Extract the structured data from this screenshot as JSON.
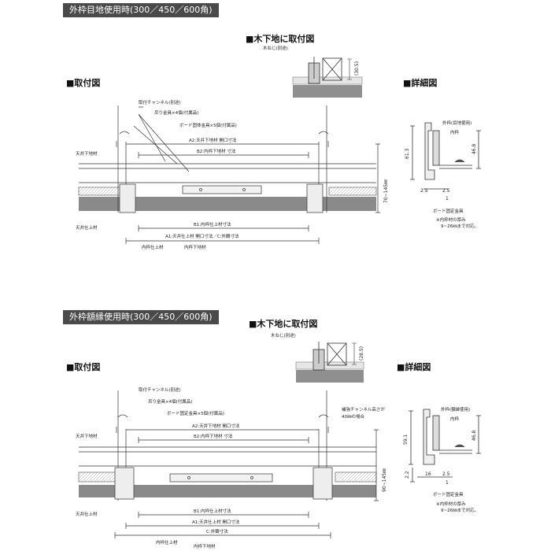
{
  "top": {
    "header": "外枠目地使用時(300／450／600角)",
    "title_wood": "■木下地に取付図",
    "title_install": "■取付図",
    "title_detail": "■詳細図",
    "wood_screw": "木ねじ(別途)",
    "wood_dim": "(30.5)",
    "ch_label": "取付チャンネル(別途)",
    "hanger": "吊り金具×4個(付属品)",
    "board": "ボード固体金具×5個(付属品)",
    "a2": "A2:天井下地材 開口寸法",
    "b2": "B2:内枠下地材 寸法",
    "ceiling_base": "天井下地材",
    "ceiling_finish": "天井仕上材",
    "b1": "B1:内枠仕上材寸法",
    "a1": "A1:天井仕上材 開口寸法／C:外観寸法",
    "inner_finish": "内枠仕上材",
    "inner_base": "内枠下地材",
    "range": "70~145㎜",
    "det_outer": "外枠(目地使用)",
    "det_inner": "内枠",
    "det_h1": "61.3",
    "det_h2": "46.8",
    "det_w1": "2.5",
    "det_w2": "2.5",
    "det_w3": "1",
    "det_board": "ボード固定金具",
    "det_note1": "※内枠材の厚み",
    "det_note2": "9~26㎜まで対応。"
  },
  "bottom": {
    "header": "外枠額縁使用時(300／450／600角)",
    "title_wood": "■木下地に取付図",
    "title_install": "■取付図",
    "title_detail": "■詳細図",
    "wood_screw": "木ねじ(別途)",
    "wood_dim": "(28.5)",
    "ch_label": "取付チャンネル(別途)",
    "hanger": "吊り金具×4個(付属品)",
    "board": "ボード固定金具×5個(付属品)",
    "a2": "A2:天井下地材 開口寸法",
    "b2": "B2:内枠下地材 寸法",
    "ceiling_base": "天井下地材",
    "ceiling_finish": "天井仕上材",
    "reinforce1": "補強チャンネル高さが",
    "reinforce2": "40㎜の場合",
    "b1": "B1:内枠仕上材寸法",
    "a1": "A1:天井仕上材 開口寸法",
    "c": "C:外観寸法",
    "inner_finish": "内枠仕上材",
    "inner_base": "内枠下地材",
    "range": "90~145㎜",
    "det_outer": "外枠(額縁使用)",
    "det_inner": "内枠",
    "det_h1": "59.1",
    "det_h2": "46.8",
    "det_h3": "2.2",
    "det_w1": "16",
    "det_w2": "2.5",
    "det_w3": "1",
    "det_board": "ボード固定金具",
    "det_note1": "※内枠材の厚み",
    "det_note2": "9~26㎜まで対応。"
  }
}
